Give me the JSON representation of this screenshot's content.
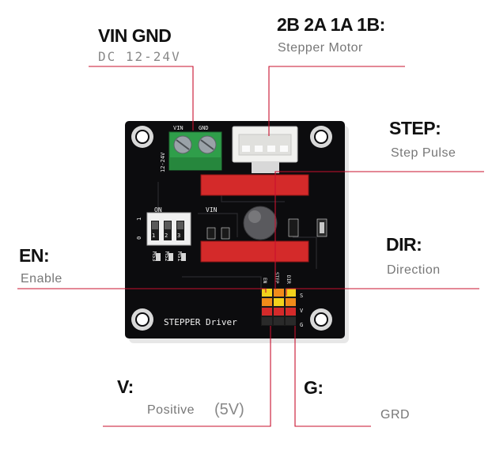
{
  "labels": {
    "vin_gnd": {
      "title": "VIN GND",
      "subtitle": "DC 12-24V"
    },
    "motor": {
      "title": "2B 2A 1A 1B:",
      "subtitle": "Stepper  Motor"
    },
    "step": {
      "title": "STEP:",
      "subtitle": "Step  Pulse"
    },
    "dir": {
      "title": "DIR:",
      "subtitle": "Direction"
    },
    "en": {
      "title": "EN:",
      "subtitle": "Enable"
    },
    "v": {
      "title": "V:",
      "subtitle": "Positive",
      "note": "(5V)"
    },
    "g": {
      "title": "G:",
      "subtitle": "GRD"
    }
  },
  "board": {
    "name": "STEPPER Driver",
    "terminal_vin": "VIN",
    "terminal_gnd": "GND",
    "voltage": "12-24V",
    "dip_on": "ON",
    "dip_numbers": [
      "1",
      "2",
      "3"
    ],
    "ms_labels": [
      "MS3",
      "MS2",
      "MS1"
    ],
    "dip_side": [
      "1",
      "0"
    ],
    "vin_mark": "VIN",
    "header_pins": [
      "EN",
      "STEP",
      "DIR"
    ],
    "right_pins": [
      "S",
      "V",
      "G"
    ]
  },
  "colors": {
    "pcb": "#0c0c0e",
    "terminal_green": "#2f9e4a",
    "header_red": "#d42a2a",
    "leader_line": "#c8102e",
    "pin_yellow": "#f2d21c",
    "pin_orange": "#f08c1a"
  }
}
